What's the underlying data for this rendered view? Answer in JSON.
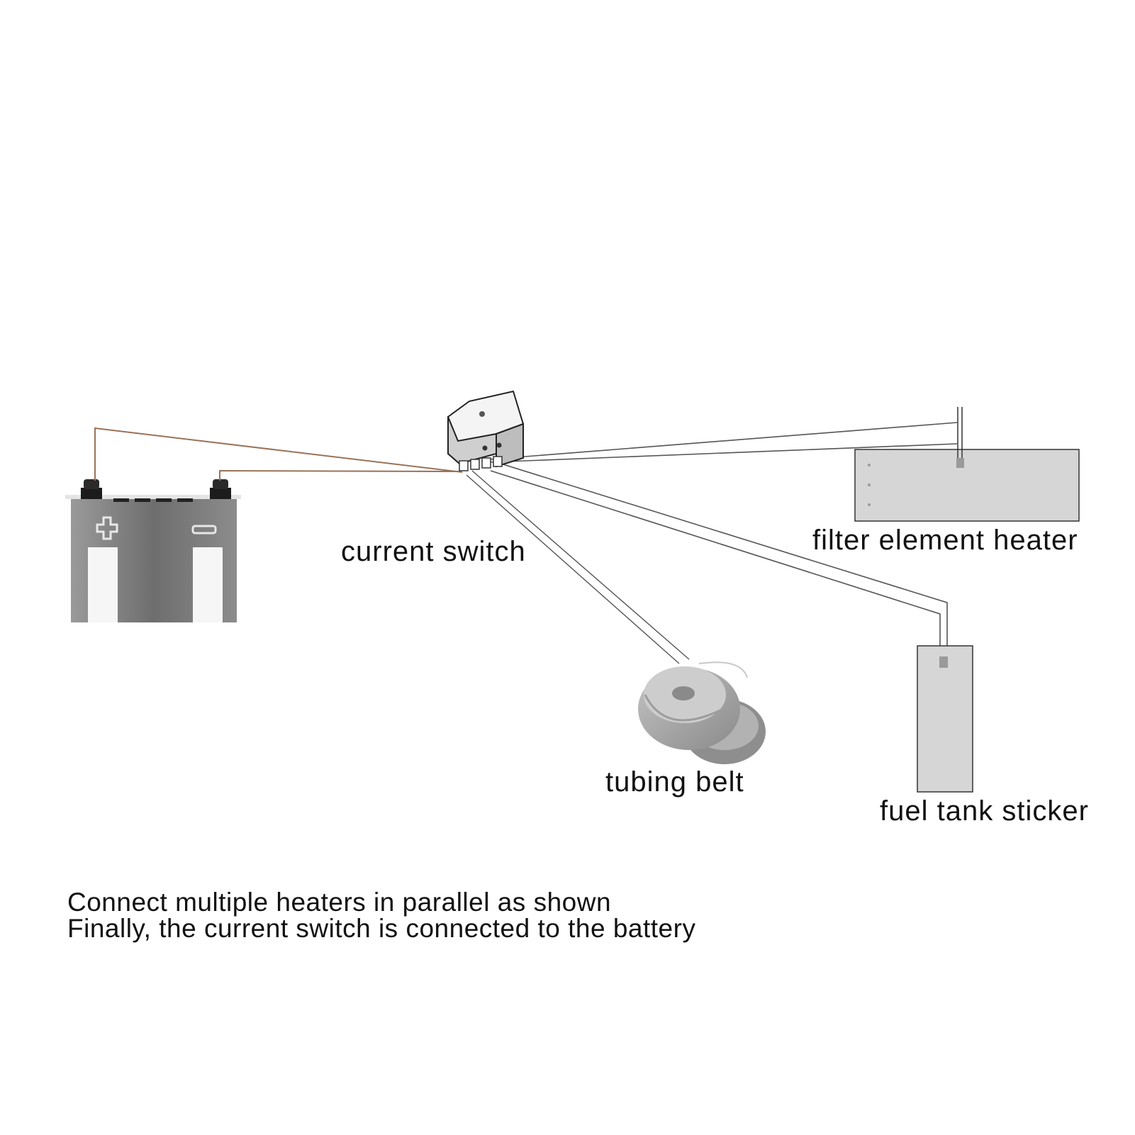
{
  "labels": {
    "switch": "current switch",
    "filter": "filter element heater",
    "tubing": "tubing belt",
    "tank": "fuel tank sticker"
  },
  "notes": [
    "Connect multiple heaters in parallel as shown",
    "Finally, the current switch is connected to the battery"
  ],
  "colors": {
    "battery_wire": "#9a7258",
    "heater_wire": "#555555",
    "component_fill": "#d6d6d6"
  }
}
